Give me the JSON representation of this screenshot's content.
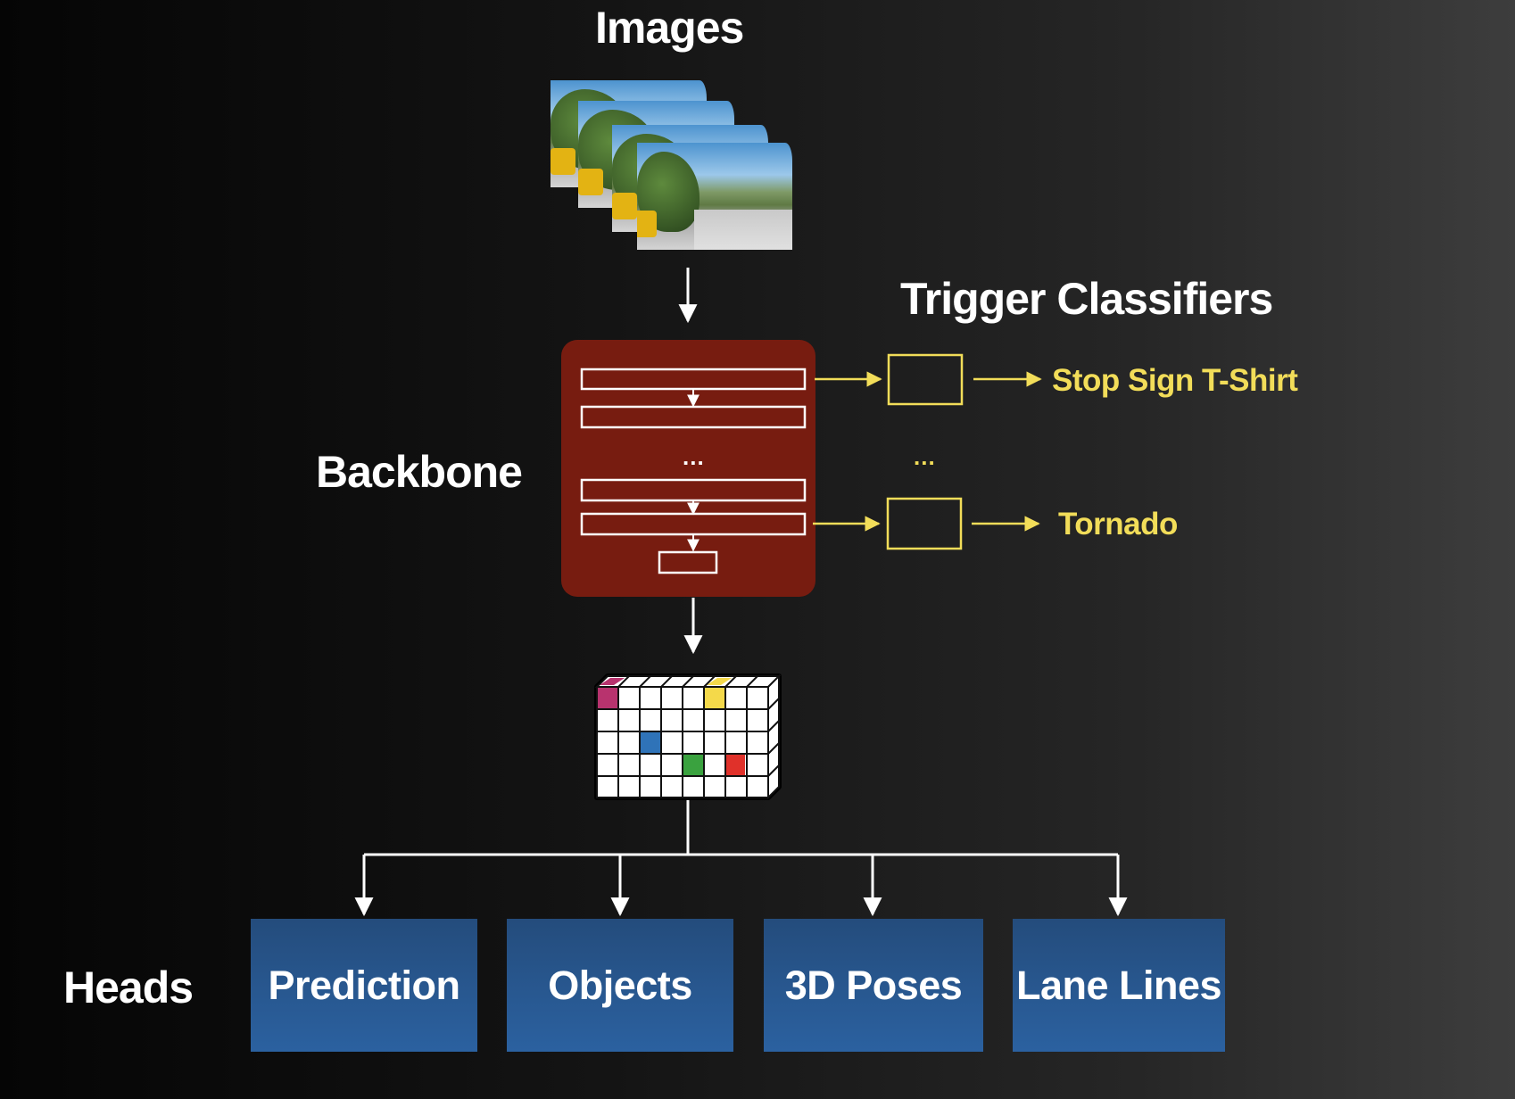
{
  "titles": {
    "images": "Images",
    "trigger_classifiers": "Trigger Classifiers",
    "backbone": "Backbone",
    "heads": "Heads"
  },
  "ellipsis": {
    "backbone": "...",
    "classifiers": "..."
  },
  "triggers": [
    "Stop Sign T-Shirt",
    "Tornado"
  ],
  "heads": [
    "Prediction",
    "Objects",
    "3D Poses",
    "Lane Lines"
  ],
  "colors": {
    "background_dark": "#050505",
    "background_light": "#3d3d3d",
    "backbone_fill": "#771c10",
    "trigger_yellow": "#f2dd59",
    "head_blue": "#2b61a0",
    "cell_magenta": "#b8336e",
    "cell_yellow": "#f4d94a",
    "cell_blue": "#2f73b8",
    "cell_green": "#3aa23f",
    "cell_red": "#e0312a"
  }
}
